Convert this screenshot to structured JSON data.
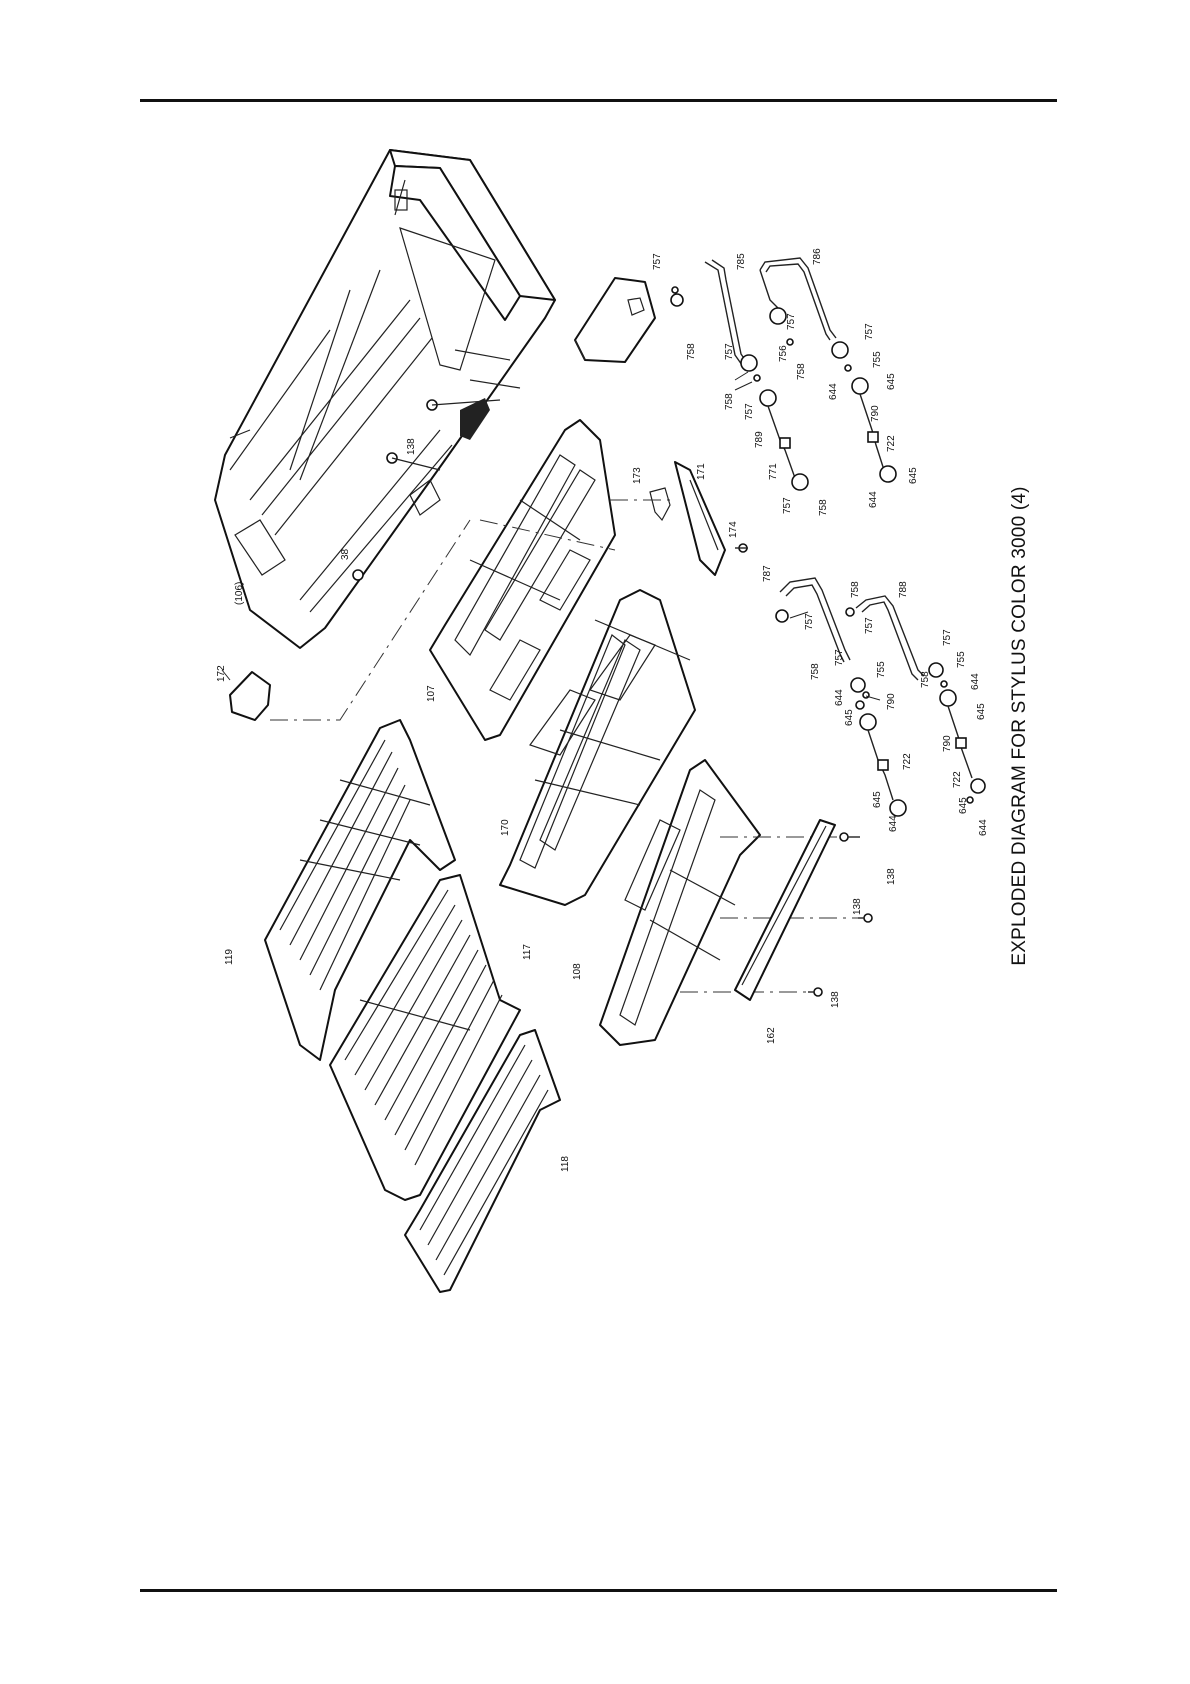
{
  "caption": "EXPLODED DIAGRAM FOR STYLUS COLOR 3000 (4)",
  "part_labels": {
    "p106": "(106)",
    "p172": "172",
    "p138a": "138",
    "p138b": "38",
    "p107": "107",
    "p173": "173",
    "p171": "171",
    "p174": "174",
    "p170": "170",
    "p119": "119",
    "p117": "117",
    "p118": "118",
    "p108": "108",
    "p162": "162",
    "p138c": "138",
    "p138d": "138",
    "p138e": "138",
    "upper_right": {
      "r757a": "757",
      "r785": "785",
      "r786": "786",
      "r758a": "758",
      "r757b": "757",
      "r756": "756",
      "r757c": "757",
      "r758b": "758",
      "r757d": "757",
      "r755a": "755",
      "r758c": "758",
      "r757e": "757",
      "r644a": "644",
      "r645a": "645",
      "r789": "789",
      "r790a": "790",
      "r771": "771",
      "r722a": "722",
      "r757f": "757",
      "r758d": "758",
      "r644b": "644",
      "r645b": "645"
    },
    "lower_right": {
      "q787": "787",
      "q758a": "758",
      "q788": "788",
      "q757a": "757",
      "q757b": "757",
      "q758b": "758",
      "q757c": "757",
      "q755a": "755",
      "q644a": "644",
      "q645a": "645",
      "q790a": "790",
      "q722a": "722",
      "q645b": "645",
      "q644b": "644",
      "q757d": "757",
      "q758c": "758",
      "q755b": "755",
      "q644c": "644",
      "q645c": "645",
      "q790b": "790",
      "q722b": "722",
      "q645d": "645",
      "q644d": "644"
    }
  }
}
